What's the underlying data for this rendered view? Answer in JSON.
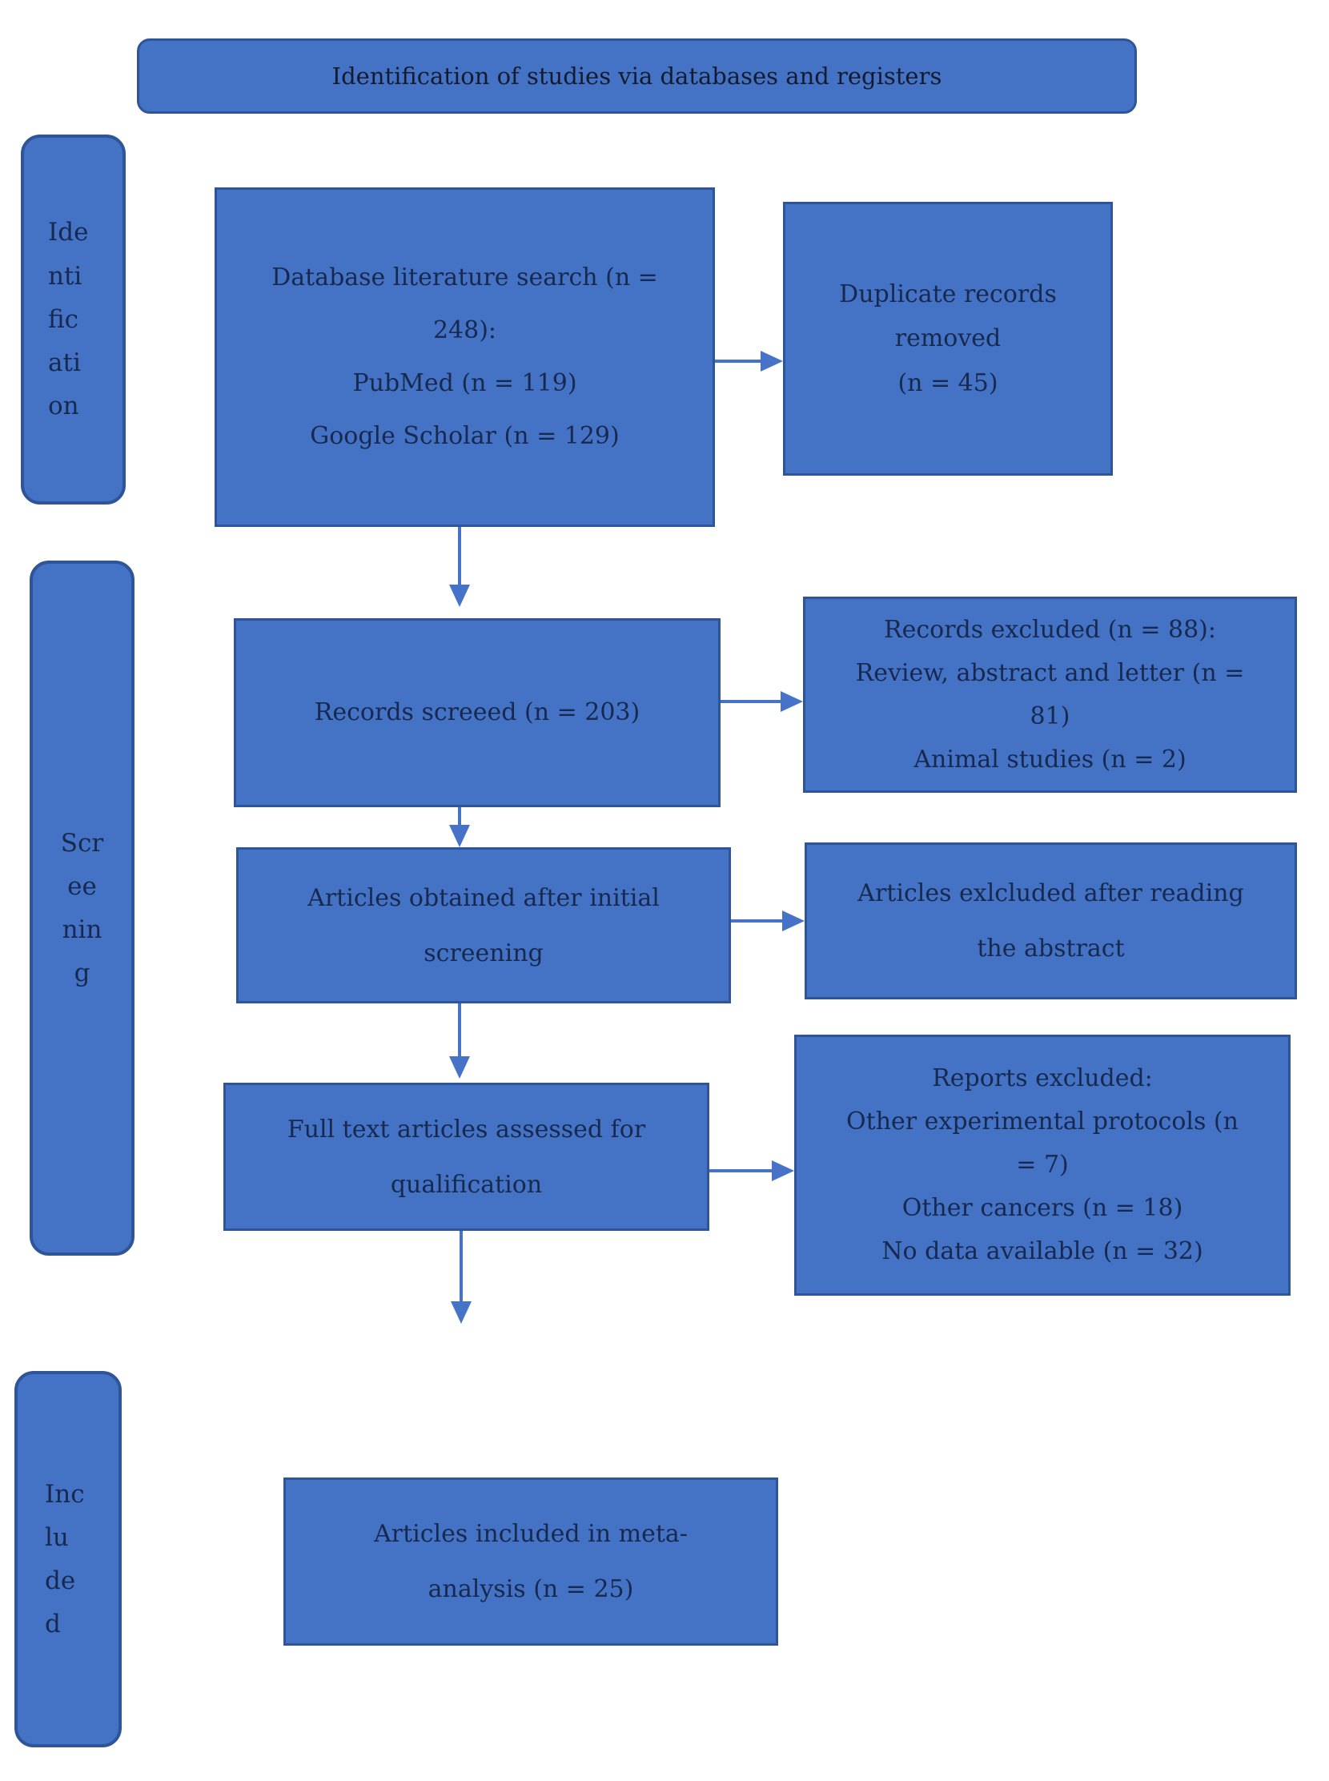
{
  "banner": {
    "label": "Identification of studies via databases and registers"
  },
  "stages": {
    "identification": {
      "lines": [
        "Ide",
        "nti",
        "fic",
        "ati",
        "on"
      ]
    },
    "screening": {
      "lines": [
        "Scr",
        "ee",
        "nin",
        "g"
      ]
    },
    "included": {
      "lines": [
        "Inc",
        "lu",
        "de",
        "d"
      ]
    }
  },
  "boxes": {
    "database_search": {
      "lines": [
        "Database literature search (n =",
        "248):",
        "PubMed (n = 119)",
        "Google Scholar (n = 129)"
      ]
    },
    "duplicates_removed": {
      "lines": [
        "Duplicate records",
        "removed",
        "(n = 45)"
      ]
    },
    "records_screened": {
      "lines": [
        "Records screeed (n = 203)"
      ]
    },
    "records_excluded": {
      "lines": [
        "Records excluded (n = 88):",
        "Review, abstract and letter (n =",
        "81)",
        "Animal studies (n = 2)"
      ]
    },
    "articles_obtained": {
      "lines": [
        "Articles obtained after initial",
        "screening"
      ]
    },
    "articles_excluded_abstract": {
      "lines": [
        "Articles exlcluded after reading",
        "the abstract"
      ]
    },
    "full_text_assessed": {
      "lines": [
        "Full text articles assessed for",
        "qualification"
      ]
    },
    "reports_excluded": {
      "lines": [
        "Reports excluded:",
        "Other experimental protocols (n",
        "= 7)",
        "Other cancers (n = 18)",
        "No data available (n = 32)"
      ]
    },
    "articles_included": {
      "lines": [
        "Articles included in meta-",
        "analysis (n = 25)"
      ]
    }
  },
  "colors": {
    "box_fill": "#4472C4",
    "box_border": "#2E5597",
    "arrow": "#4673C8",
    "text": "#17294E"
  }
}
